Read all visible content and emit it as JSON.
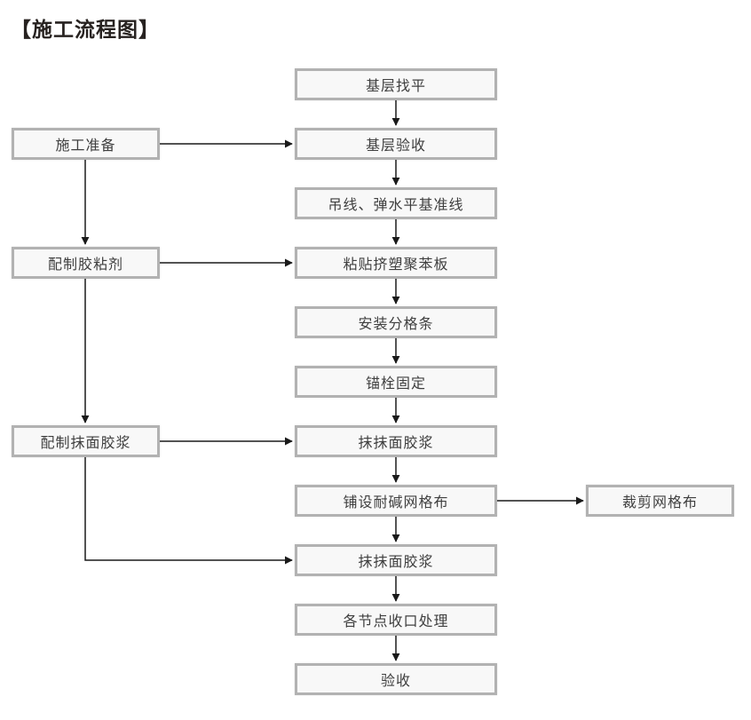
{
  "title": "【施工流程图】",
  "colors": {
    "background": "#ffffff",
    "box_fill": "#f8f8f8",
    "box_border": "#b2b2b2",
    "arrow": "#1a1a1a",
    "box_text": "#3f3f3f",
    "title_text": "#272220"
  },
  "flow": {
    "main_steps": [
      "基层找平",
      "基层验收",
      "吊线、弹水平基准线",
      "粘贴挤塑聚苯板",
      "安装分格条",
      "锚栓固定",
      "抹抹面胶浆",
      "铺设耐碱网格布",
      "抹抹面胶浆",
      "各节点收口处理",
      "验收"
    ],
    "side_steps": [
      "施工准备",
      "配制胶粘剂",
      "配制抹面胶浆"
    ],
    "branch_steps": [
      "裁剪网格布"
    ],
    "edges": [
      [
        "main.0",
        "main.1"
      ],
      [
        "side.0",
        "main.1"
      ],
      [
        "main.1",
        "main.2"
      ],
      [
        "main.2",
        "main.3"
      ],
      [
        "side.0",
        "side.1"
      ],
      [
        "side.1",
        "main.3"
      ],
      [
        "main.3",
        "main.4"
      ],
      [
        "main.4",
        "main.5"
      ],
      [
        "main.5",
        "main.6"
      ],
      [
        "side.1",
        "side.2"
      ],
      [
        "side.2",
        "main.6"
      ],
      [
        "main.6",
        "main.7"
      ],
      [
        "main.7",
        "branch.0"
      ],
      [
        "main.7",
        "main.8"
      ],
      [
        "side.2",
        "main.8"
      ],
      [
        "main.8",
        "main.9"
      ],
      [
        "main.9",
        "main.10"
      ]
    ]
  }
}
